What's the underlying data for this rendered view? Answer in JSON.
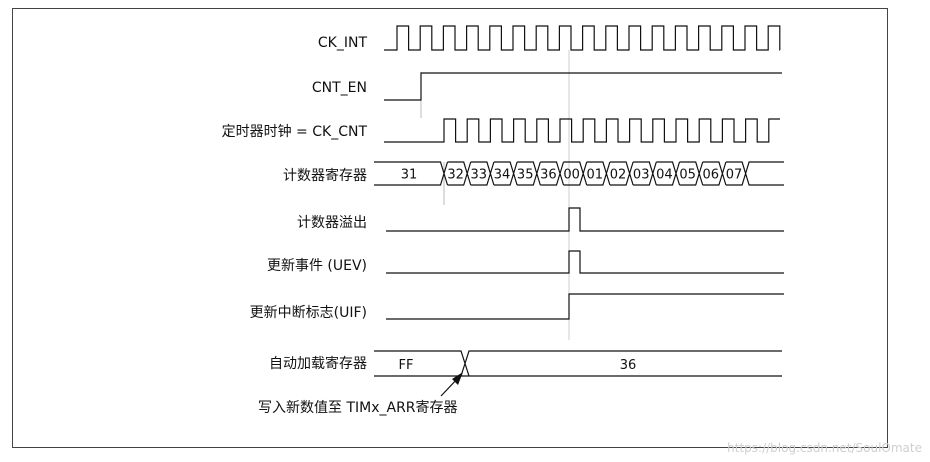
{
  "signals": {
    "ck_int": "CK_INT",
    "cnt_en": "CNT_EN",
    "ck_cnt": "定时器时钟 = CK_CNT",
    "counter_register": "计数器寄存器",
    "counter_overflow": "计数器溢出",
    "update_event": "更新事件 (UEV)",
    "update_interrupt_flag": "更新中断标志(UIF)",
    "auto_reload_register": "自动加载寄存器"
  },
  "counter_values": [
    "31",
    "32",
    "33",
    "34",
    "35",
    "36",
    "00",
    "01",
    "02",
    "03",
    "04",
    "05",
    "06",
    "07"
  ],
  "auto_reload_values": {
    "before": "FF",
    "after": "36"
  },
  "annotation": "写入新数值至 TIMx_ARR寄存器",
  "watermark": "https://blog.csdn.net/SoulOmate"
}
